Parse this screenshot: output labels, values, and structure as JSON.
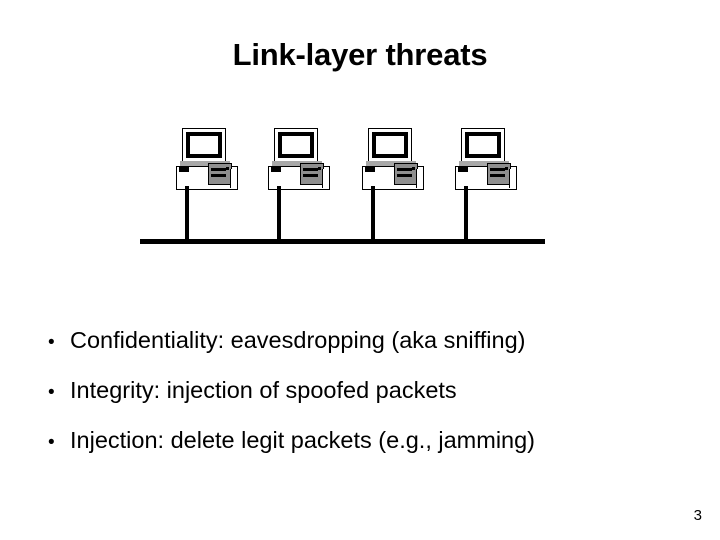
{
  "slide": {
    "title": "Link-layer threats",
    "page_number": "3",
    "background_color": "#ffffff",
    "text_color": "#000000"
  },
  "diagram": {
    "name": "shared-medium-lan-bus-topology",
    "bus_label": "",
    "node_count": 4,
    "nodes": [
      {
        "icon": "desktop-computer-icon",
        "label": ""
      },
      {
        "icon": "desktop-computer-icon",
        "label": ""
      },
      {
        "icon": "desktop-computer-icon",
        "label": ""
      },
      {
        "icon": "desktop-computer-icon",
        "label": ""
      }
    ],
    "colors": {
      "line": "#000000",
      "monitor_bezel": "#000000",
      "screen": "#ffffff",
      "chassis": "#ffffff",
      "drive_bay": "#8f8f8f",
      "keyboard": "#a8a8a8"
    }
  },
  "bullets": {
    "marker": "•",
    "items": [
      {
        "text": "Confidentiality: eavesdropping (aka sniffing)"
      },
      {
        "text": "Integrity: injection of spoofed packets"
      },
      {
        "text": "Injection: delete legit packets (e.g., jamming)"
      }
    ]
  }
}
